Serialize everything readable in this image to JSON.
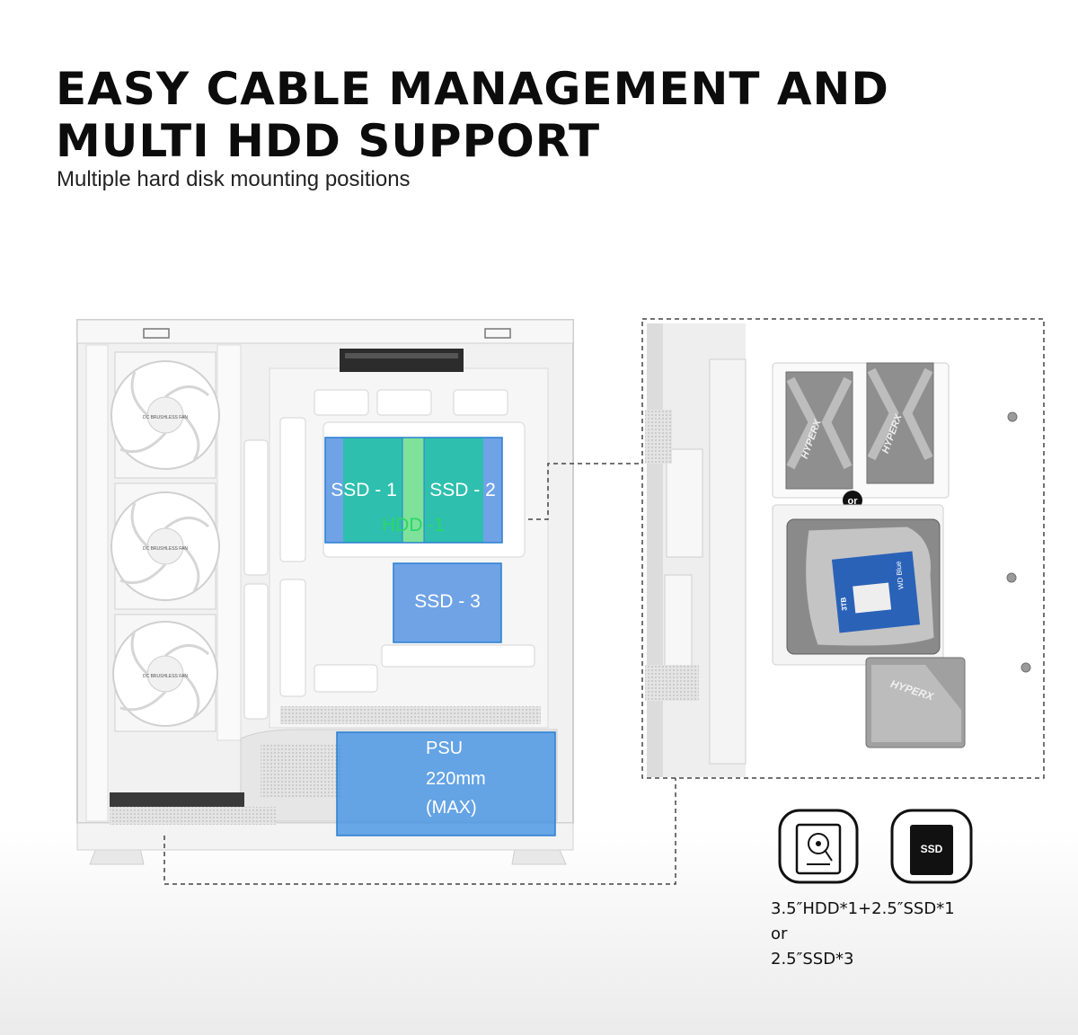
{
  "heading": {
    "line1": "EASY CABLE MANAGEMENT AND",
    "line2": "MULTI HDD SUPPORT",
    "subtitle": "Multiple hard disk mounting positions"
  },
  "zones": {
    "ssd1": "SSD - 1",
    "ssd2": "SSD - 2",
    "hdd1": "HDD -1",
    "ssd3": "SSD - 3",
    "psu_line1": "PSU",
    "psu_line2": "220mm",
    "psu_line3": "(MAX)"
  },
  "detail": {
    "or_badge": "or",
    "ssd_brand": "HYPERX",
    "hdd_brand": "WD Blue",
    "hdd_capacity": "3TB"
  },
  "fan_label": "DC BRUSHLESS FAN",
  "icons": {
    "hdd": "hard-drive-icon",
    "ssd": "ssd-icon",
    "ssd_icon_text": "SSD"
  },
  "support": {
    "line1": "3.5″HDD*1+2.5″SSD*1",
    "line2": "or",
    "line3": "2.5″SSD*3"
  },
  "colors": {
    "ssd_blue": "#6fa3e6",
    "ssd_teal": "#2fbfae",
    "hdd_green": "#7ee29a",
    "hdd_text": "#2bd66a",
    "psu_blue": "#3f8fe3"
  }
}
